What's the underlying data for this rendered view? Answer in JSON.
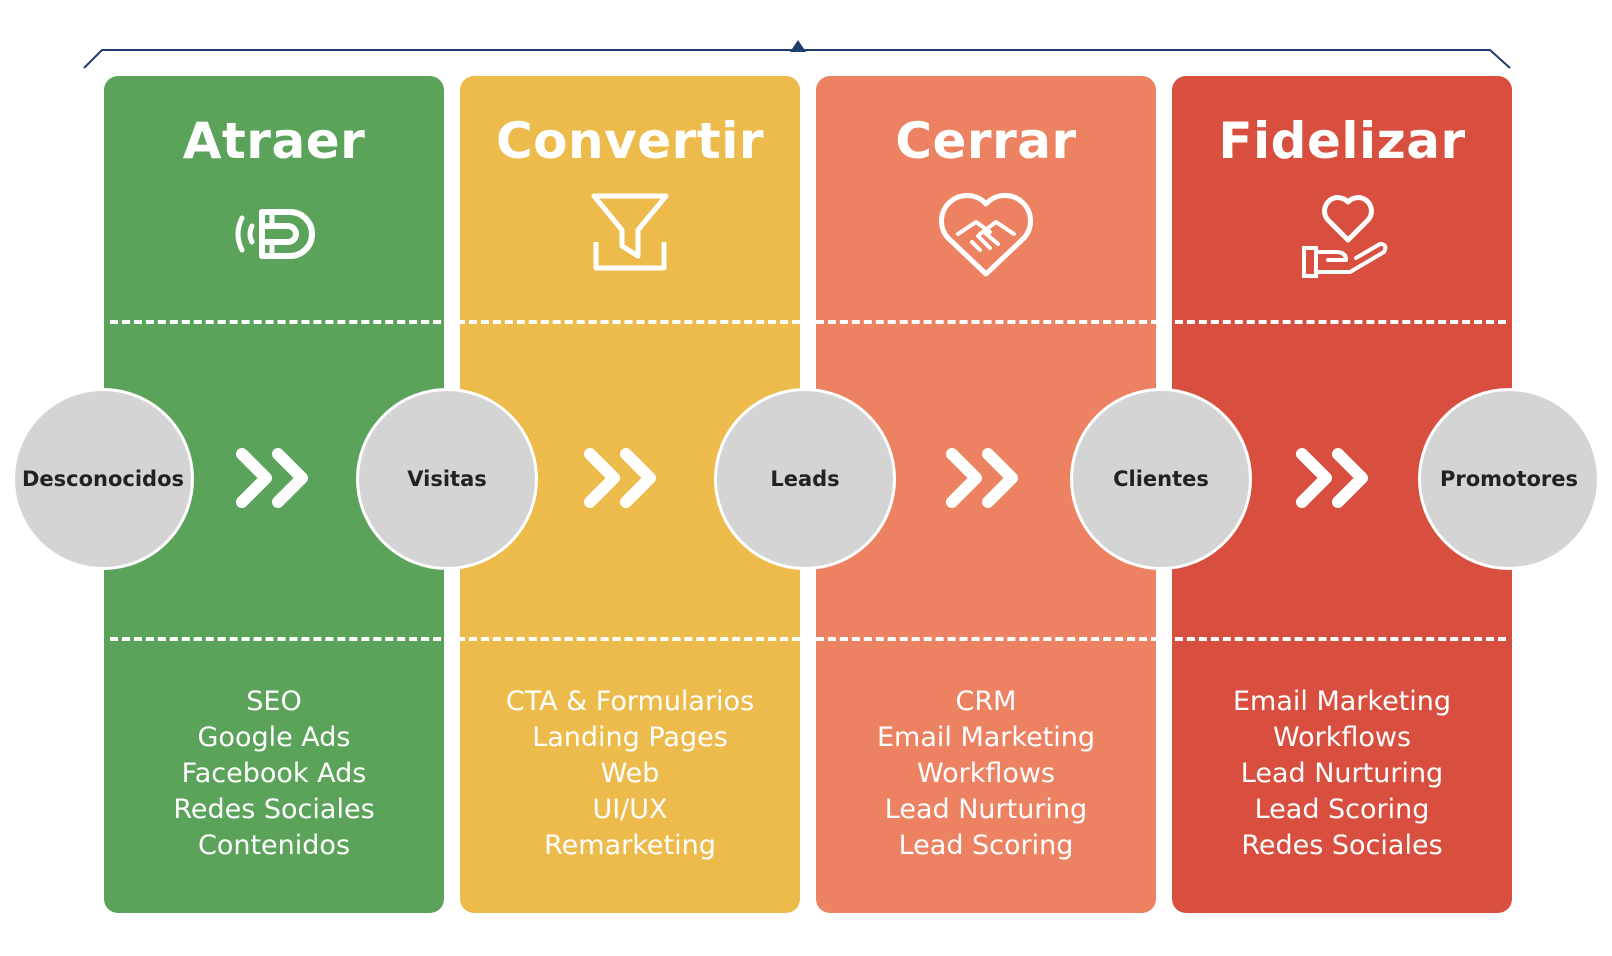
{
  "colors": {
    "attract": "#5ba35a",
    "convert": "#ecbb4b",
    "close": "#ec8262",
    "delight": "#d84e3f",
    "stage_circle": "#d4d4d4",
    "bracket": "#1f3c6e"
  },
  "phases": [
    {
      "title": "Atraer",
      "icon": "magnet-icon",
      "tools": [
        "SEO",
        "Google Ads",
        "Facebook Ads",
        "Redes Sociales",
        "Contenidos"
      ]
    },
    {
      "title": "Convertir",
      "icon": "funnel-icon",
      "tools": [
        "CTA & Formularios",
        "Landing Pages",
        "Web",
        "UI/UX",
        "Remarketing"
      ]
    },
    {
      "title": "Cerrar",
      "icon": "heart-handshake-icon",
      "tools": [
        "CRM",
        "Email Marketing",
        "Workflows",
        "Lead Nurturing",
        "Lead Scoring"
      ]
    },
    {
      "title": "Fidelizar",
      "icon": "heart-hand-icon",
      "tools": [
        "Email Marketing",
        "Workflows",
        "Lead Nurturing",
        "Lead Scoring",
        "Redes Sociales"
      ]
    }
  ],
  "stages": [
    "Desconocidos",
    "Visitas",
    "Leads",
    "Clientes",
    "Promotores"
  ],
  "arrow_icon": "double-chevron-right-icon"
}
